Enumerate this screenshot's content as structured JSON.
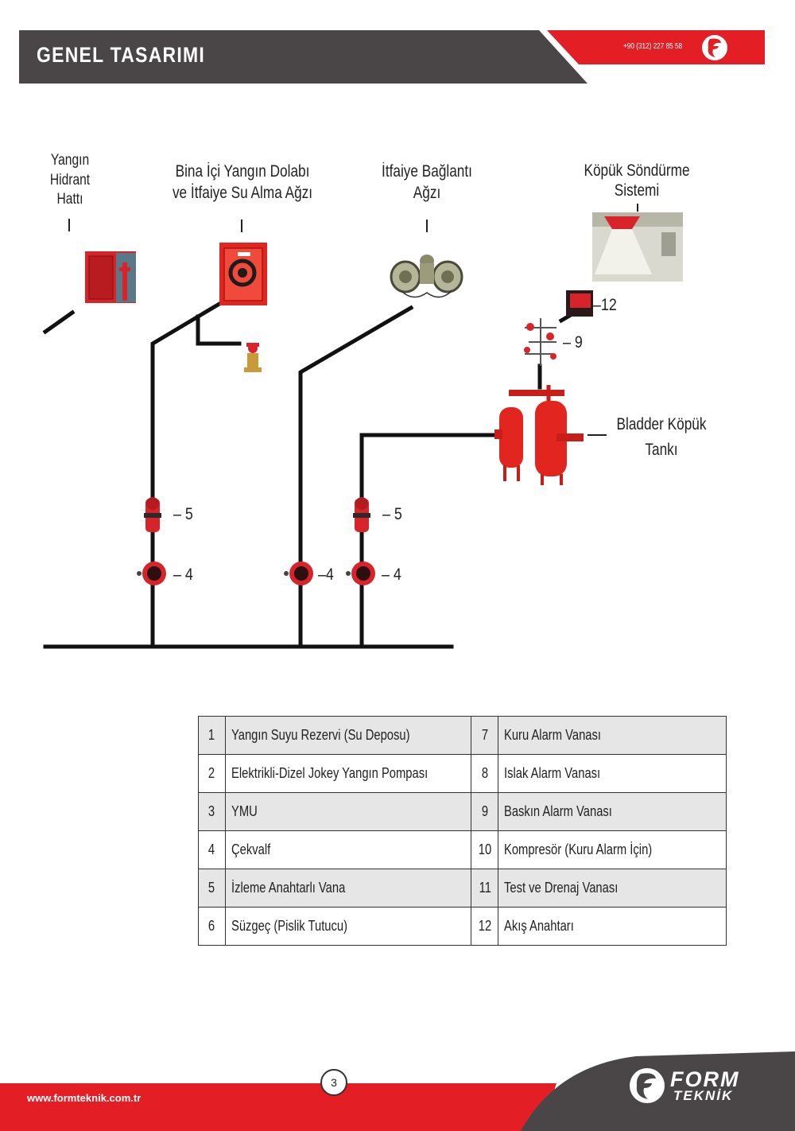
{
  "header": {
    "title": "GENEL TASARIMI",
    "phone": "+90 (312) 227 85 58"
  },
  "diagram": {
    "label_hydrant": "Yangın\nHidrant\nHattı",
    "label_cabinet": "Bina İçi Yangın Dolabı\nve İtfaiye Su Alma Ağzı",
    "label_fire_connection": "İtfaiye Bağlantı\nAğzı",
    "label_foam_system": "Köpük Söndürme\nSistemi",
    "label_bladder_tank": "Bladder Köpük\nTankı",
    "callouts": {
      "c5a": "– 5",
      "c4a": "– 4",
      "c4b": "–4",
      "c5b": "– 5",
      "c4c": "– 4",
      "c12": "–12",
      "c9": "– 9"
    }
  },
  "legend": {
    "rows": [
      {
        "n1": "1",
        "t1": "Yangın Suyu Rezervi (Su Deposu)",
        "n2": "7",
        "t2": "Kuru Alarm Vanası"
      },
      {
        "n1": "2",
        "t1": "Elektrikli-Dizel Jokey Yangın Pompası",
        "n2": "8",
        "t2": "Islak Alarm Vanası"
      },
      {
        "n1": "3",
        "t1": "YMU",
        "n2": "9",
        "t2": "Baskın Alarm Vanası"
      },
      {
        "n1": "4",
        "t1": "Çekvalf",
        "n2": "10",
        "t2": "Kompresör (Kuru Alarm İçin)"
      },
      {
        "n1": "5",
        "t1": "İzleme Anahtarlı Vana",
        "n2": "11",
        "t2": "Test ve Drenaj Vanası"
      },
      {
        "n1": "6",
        "t1": "Süzgeç (Pislik Tutucu)",
        "n2": "12",
        "t2": "Akış Anahtarı"
      }
    ]
  },
  "footer": {
    "url": "www.formteknik.com.tr",
    "page_number": "3",
    "brand_line1": "FORM",
    "brand_line2": "TEKNİK"
  },
  "colors": {
    "header_dark": "#4a4647",
    "brand_red": "#e31e24",
    "pipe": "#111111",
    "valve_red": "#d8232a"
  }
}
